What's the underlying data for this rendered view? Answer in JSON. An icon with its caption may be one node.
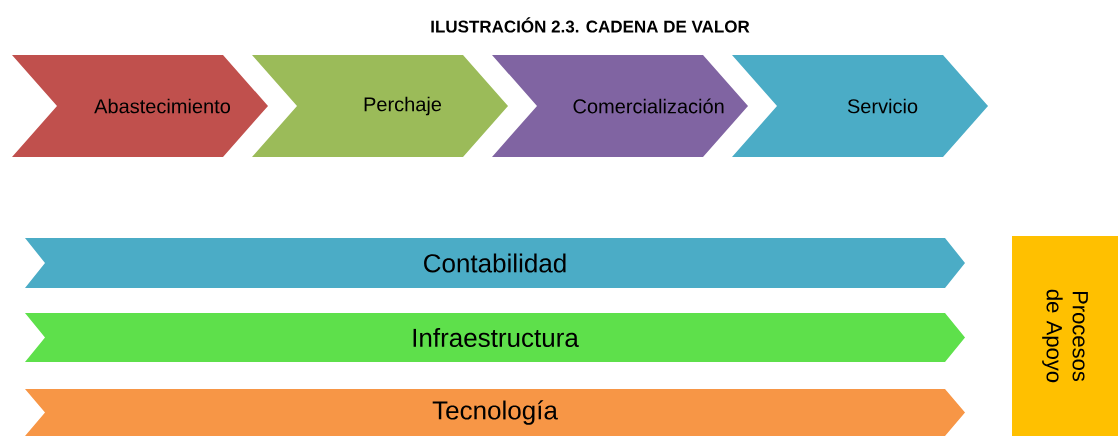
{
  "diagram": {
    "title": "ILUSTRACIÓN 2.3. CADENA DE VALOR",
    "nodes": [
      {
        "text": [
          "Abastecimiento"
        ]
      },
      {
        "text": [
          "Perchaje"
        ]
      },
      {
        "text": [
          "Comercialización"
        ]
      },
      {
        "text": [
          "Servicio"
        ]
      },
      {
        "text": [
          "Contabilidad"
        ]
      },
      {
        "text": [
          "Infraestructura"
        ]
      },
      {
        "text": [
          "Tecnología"
        ]
      },
      {
        "text": [
          "Procesos de Apoyo"
        ]
      }
    ]
  }
}
